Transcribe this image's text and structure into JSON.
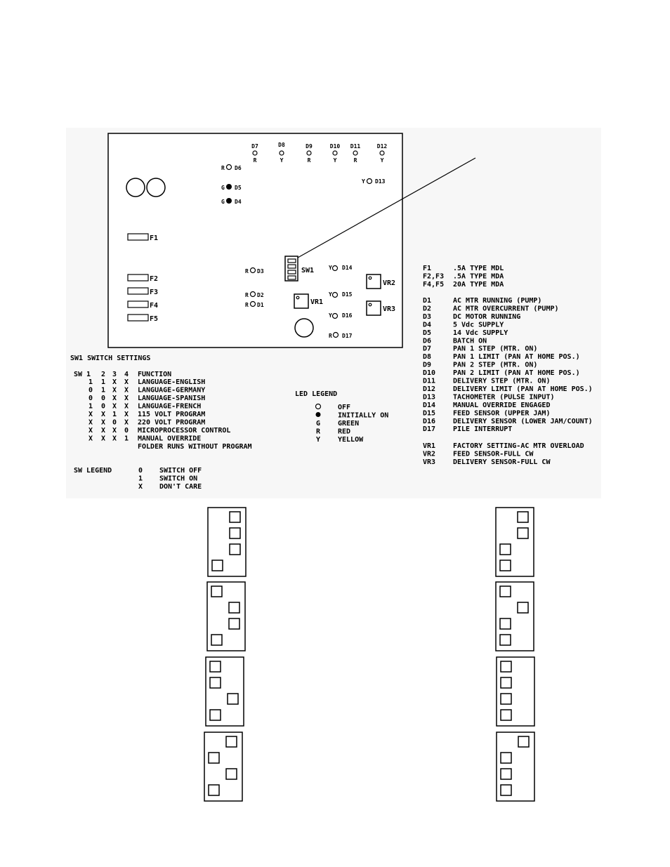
{
  "board": {
    "top_leds": [
      {
        "id": "D7",
        "color": "R"
      },
      {
        "id": "D8",
        "color": "Y"
      },
      {
        "id": "D9",
        "color": "R"
      },
      {
        "id": "D10",
        "color": "Y"
      },
      {
        "id": "D11",
        "color": "R"
      },
      {
        "id": "D12",
        "color": "Y"
      }
    ],
    "d6": {
      "color": "R",
      "id": "D6"
    },
    "d13": {
      "color": "Y",
      "id": "D13"
    },
    "d5": {
      "color": "G",
      "id": "D5"
    },
    "d4": {
      "color": "G",
      "id": "D4"
    },
    "d3": {
      "color": "R",
      "id": "D3"
    },
    "d2": {
      "color": "R",
      "id": "D2"
    },
    "d1": {
      "color": "R",
      "id": "D1"
    },
    "d14": {
      "color": "Y",
      "id": "D14"
    },
    "d15": {
      "color": "Y",
      "id": "D15"
    },
    "d16": {
      "color": "Y",
      "id": "D16"
    },
    "d17": {
      "color": "R",
      "id": "D17"
    },
    "fuses": [
      "F1",
      "F2",
      "F3",
      "F4",
      "F5"
    ],
    "sw1": "SW1",
    "vr1": "VR1",
    "vr2": "VR2",
    "vr3": "VR3"
  },
  "switch_settings": {
    "title": "SW1 SWITCH SETTINGS",
    "header": [
      "SW 1",
      "2",
      "3",
      "4",
      "FUNCTION"
    ],
    "rows": [
      {
        "c1": "1",
        "c2": "1",
        "c3": "X",
        "c4": "X",
        "fn": "LANGUAGE-ENGLISH"
      },
      {
        "c1": "0",
        "c2": "1",
        "c3": "X",
        "c4": "X",
        "fn": "LANGUAGE-GERMANY"
      },
      {
        "c1": "0",
        "c2": "0",
        "c3": "X",
        "c4": "X",
        "fn": "LANGUAGE-SPANISH"
      },
      {
        "c1": "1",
        "c2": "0",
        "c3": "X",
        "c4": "X",
        "fn": "LANGUAGE-FRENCH"
      },
      {
        "c1": "X",
        "c2": "X",
        "c3": "1",
        "c4": "X",
        "fn": "115 VOLT PROGRAM"
      },
      {
        "c1": "X",
        "c2": "X",
        "c3": "0",
        "c4": "X",
        "fn": "220 VOLT PROGRAM"
      },
      {
        "c1": "X",
        "c2": "X",
        "c3": "X",
        "c4": "0",
        "fn": "MICROPROCESSOR CONTROL"
      },
      {
        "c1": "X",
        "c2": "X",
        "c3": "X",
        "c4": "1",
        "fn": "MANUAL OVERRIDE"
      }
    ],
    "note": "FOLDER RUNS WITHOUT PROGRAM"
  },
  "sw_legend": {
    "title": "SW LEGEND",
    "items": [
      {
        "sym": "0",
        "text": "SWITCH OFF"
      },
      {
        "sym": "1",
        "text": "SWITCH ON"
      },
      {
        "sym": "X",
        "text": "DON'T CARE"
      }
    ]
  },
  "led_legend": {
    "title": "LED LEGEND",
    "items": [
      {
        "sym": "O",
        "text": "OFF"
      },
      {
        "sym": "●",
        "text": "INITIALLY ON"
      },
      {
        "sym": "G",
        "text": "GREEN"
      },
      {
        "sym": "R",
        "text": "RED"
      },
      {
        "sym": "Y",
        "text": "YELLOW"
      }
    ]
  },
  "component_legend": {
    "fuses": [
      {
        "id": "F1",
        "text": ".5A   TYPE MDL"
      },
      {
        "id": "F2,F3",
        "text": ".5A   TYPE MDA"
      },
      {
        "id": "F4,F5",
        "text": "20A   TYPE MDA"
      }
    ],
    "leds": [
      {
        "id": "D1",
        "text": "AC MTR RUNNING (PUMP)"
      },
      {
        "id": "D2",
        "text": "AC MTR OVERCURRENT (PUMP)"
      },
      {
        "id": "D3",
        "text": "DC MOTOR RUNNING"
      },
      {
        "id": "D4",
        "text": "5 Vdc SUPPLY"
      },
      {
        "id": "D5",
        "text": "14 Vdc SUPPLY"
      },
      {
        "id": "D6",
        "text": "BATCH ON"
      },
      {
        "id": "D7",
        "text": "PAN 1 STEP (MTR. ON)"
      },
      {
        "id": "D8",
        "text": "PAN 1 LIMIT (PAN AT HOME POS.)"
      },
      {
        "id": "D9",
        "text": "PAN 2 STEP (MTR. ON)"
      },
      {
        "id": "D10",
        "text": "PAN 2 LIMIT (PAN AT HOME POS.)"
      },
      {
        "id": "D11",
        "text": "DELIVERY STEP (MTR. ON)"
      },
      {
        "id": "D12",
        "text": "DELIVERY LIMIT (PAN AT HOME POS.)"
      },
      {
        "id": "D13",
        "text": "TACHOMETER (PULSE INPUT)"
      },
      {
        "id": "D14",
        "text": "MANUAL OVERRIDE ENGAGED"
      },
      {
        "id": "D15",
        "text": "FEED SENSOR (UPPER JAM)"
      },
      {
        "id": "D16",
        "text": "DELIVERY SENSOR (LOWER JAM/COUNT)"
      },
      {
        "id": "D17",
        "text": "PILE INTERRUPT"
      }
    ],
    "pots": [
      {
        "id": "VR1",
        "text": "FACTORY SETTING-AC MTR OVERLOAD"
      },
      {
        "id": "VR2",
        "text": "FEED SENSOR-FULL CW"
      },
      {
        "id": "VR3",
        "text": "DELIVERY SENSOR-FULL CW"
      }
    ]
  },
  "dip_switch_diagrams": {
    "left": [
      {
        "positions": [
          "right",
          "right",
          "right",
          "left"
        ]
      },
      {
        "positions": [
          "left",
          "right",
          "right",
          "left"
        ]
      },
      {
        "positions": [
          "left",
          "left",
          "right",
          "left"
        ]
      },
      {
        "positions": [
          "right",
          "left",
          "right",
          "left"
        ]
      }
    ],
    "right": [
      {
        "positions": [
          "right",
          "right",
          "left",
          "left"
        ]
      },
      {
        "positions": [
          "left",
          "right",
          "left",
          "left"
        ]
      },
      {
        "positions": [
          "left",
          "left",
          "left",
          "left"
        ]
      },
      {
        "positions": [
          "right",
          "left",
          "left",
          "left"
        ]
      }
    ]
  }
}
